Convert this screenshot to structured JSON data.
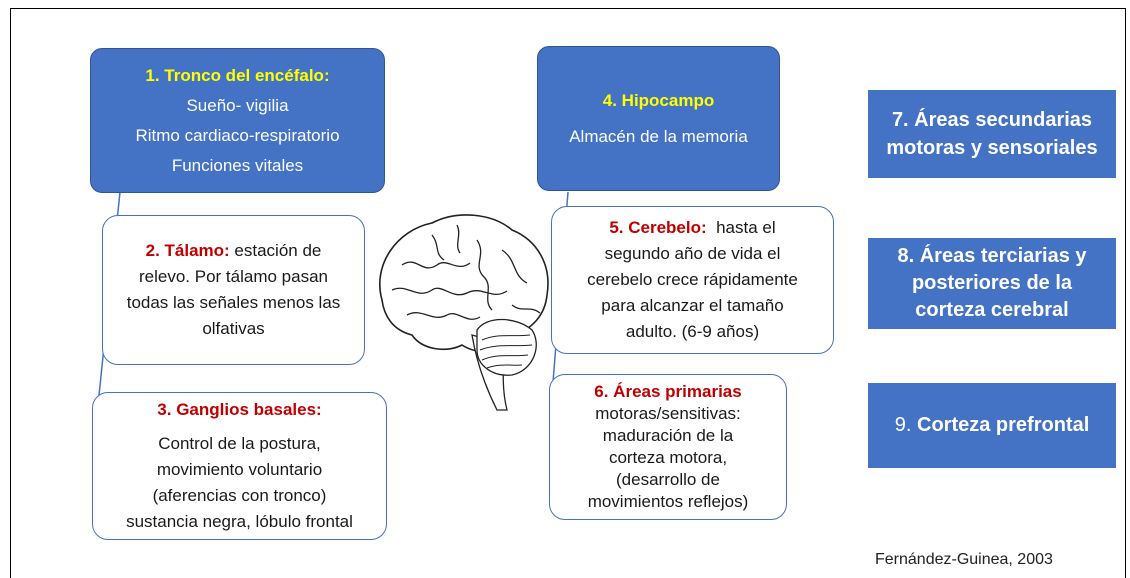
{
  "boxes": {
    "tronco": {
      "title": "1. Tronco del encéfalo:",
      "lines": [
        "Sueño- vigilia",
        "Ritmo cardiaco-respiratorio",
        "Funciones vitales"
      ]
    },
    "talamo": {
      "title": "2. Tálamo:",
      "text_inline": " estación de",
      "lines": [
        "relevo. Por tálamo pasan",
        "todas las señales menos las",
        "olfativas"
      ]
    },
    "ganglios": {
      "title": "3. Ganglios basales:",
      "lines": [
        "Control de la postura,",
        "movimiento voluntario",
        "(aferencias con tronco)",
        "sustancia negra, lóbulo frontal"
      ]
    },
    "hipocampo": {
      "title": "4. Hipocampo",
      "lines": [
        "Almacén de la memoria"
      ]
    },
    "cerebelo": {
      "title": "5. Cerebelo:",
      "text_inline": "  hasta el",
      "lines": [
        "segundo año de vida el",
        "cerebelo crece rápidamente",
        "para alcanzar el tamaño",
        "adulto. (6-9 años)"
      ]
    },
    "primarias": {
      "title": "6. Áreas primarias",
      "lines": [
        "motoras/sensitivas:",
        "maduración de la",
        "corteza motora,",
        "(desarrollo de",
        "movimientos reflejos)"
      ]
    },
    "secundarias": {
      "lines": [
        "7. Áreas secundarias",
        "motoras y sensoriales"
      ]
    },
    "terciarias": {
      "lines": [
        "8. Áreas terciarias y",
        "posteriores de la",
        "corteza cerebral"
      ]
    },
    "prefrontal": {
      "prefix": "9. ",
      "label": "Corteza prefrontal"
    }
  },
  "credit": "Fernández-Guinea, 2003",
  "colors": {
    "blue": "#4472c4",
    "title_yellow": "#ffff00",
    "title_red": "#c00000"
  },
  "icons": {
    "brain": "brain-illustration"
  }
}
